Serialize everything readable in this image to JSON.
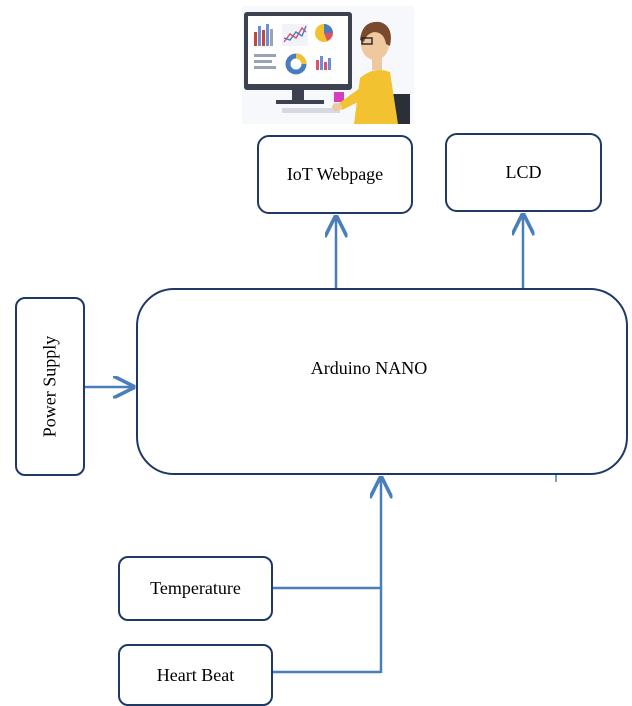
{
  "illustration": {
    "icon": "person-at-computer-dashboard-illustration"
  },
  "blocks": {
    "iot_webpage": "IoT Webpage",
    "lcd": "LCD",
    "arduino": "Arduino NANO",
    "power_supply": "Power Supply",
    "temperature": "Temperature",
    "heart_beat": "Heart Beat"
  },
  "colors": {
    "box_border": "#1f3864",
    "arrow": "#4a7ebb",
    "text": "#000000"
  }
}
